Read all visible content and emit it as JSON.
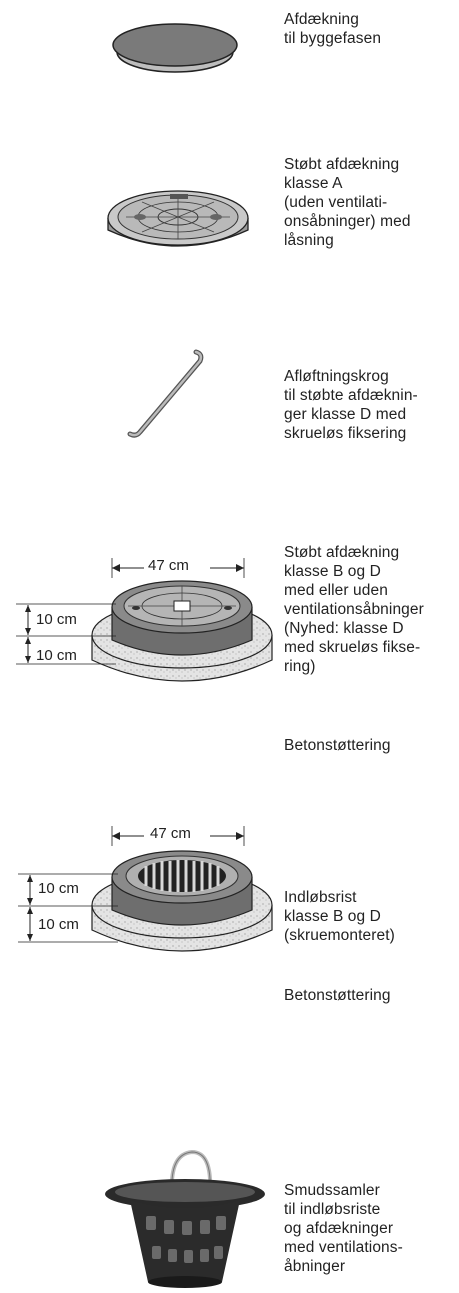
{
  "items": [
    {
      "caption": "Afdækning\ntil byggefasen",
      "icon": "temporary-cover-icon"
    },
    {
      "caption": "Støbt afdækning\nklasse A\n(uden ventilati-\nonsåbninger) med\nlåsning",
      "icon": "cast-cover-class-a-icon"
    },
    {
      "caption": "Afløftningskrog\ntil støbte afdæknin-\nger klasse D med\nskrueløs fiksering",
      "icon": "lifting-hook-icon"
    },
    {
      "caption": "Støbt afdækning\nklasse B og D\nmed eller uden\nventilationsåbninger\n(Nyhed:  klasse D\nmed skrueløs fikse-\nring)",
      "sub": "Betonstøttering",
      "icon": "cast-cover-class-bd-icon",
      "dims": {
        "width": "47 cm",
        "h1": "10 cm",
        "h2": "10 cm"
      }
    },
    {
      "caption": "Indløbsrist\nklasse B og D\n(skruemonteret)",
      "sub": "Betonstøttering",
      "icon": "inlet-grate-icon",
      "dims": {
        "width": "47 cm",
        "h1": "10 cm",
        "h2": "10 cm"
      }
    },
    {
      "caption": "Smudssamler\ntil indløbsriste\nog afdækninger\nmed ventilations-\nåbninger",
      "icon": "dirt-collector-icon"
    }
  ]
}
